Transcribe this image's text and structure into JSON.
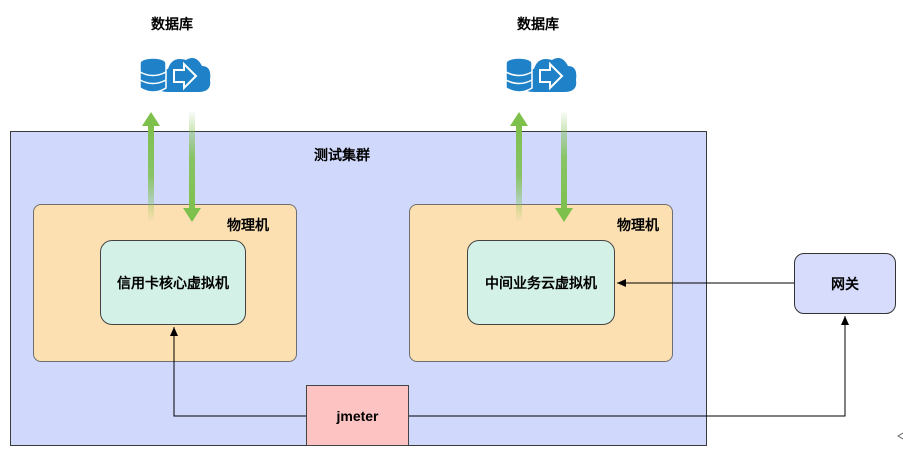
{
  "databases": [
    {
      "label": "数据库",
      "icon": "cloud-database-icon"
    },
    {
      "label": "数据库",
      "icon": "cloud-database-icon"
    }
  ],
  "cluster": {
    "label": "测试集群"
  },
  "physical_machines": [
    {
      "label": "物理机",
      "vm_label": "信用卡核心虚拟机"
    },
    {
      "label": "物理机",
      "vm_label": "中间业务云虚拟机"
    }
  ],
  "gateway": {
    "label": "网关"
  },
  "jmeter": {
    "label": "jmeter"
  },
  "colors": {
    "cluster_fill": "#d0d8fc",
    "physical_fill": "#fde0b1",
    "vm_fill": "#d3f1e7",
    "gateway_fill": "#d7dcfc",
    "jmeter_fill": "#fdc3c3",
    "db_arrow": "#7dc04c",
    "db_icon": "#1f82c9"
  }
}
